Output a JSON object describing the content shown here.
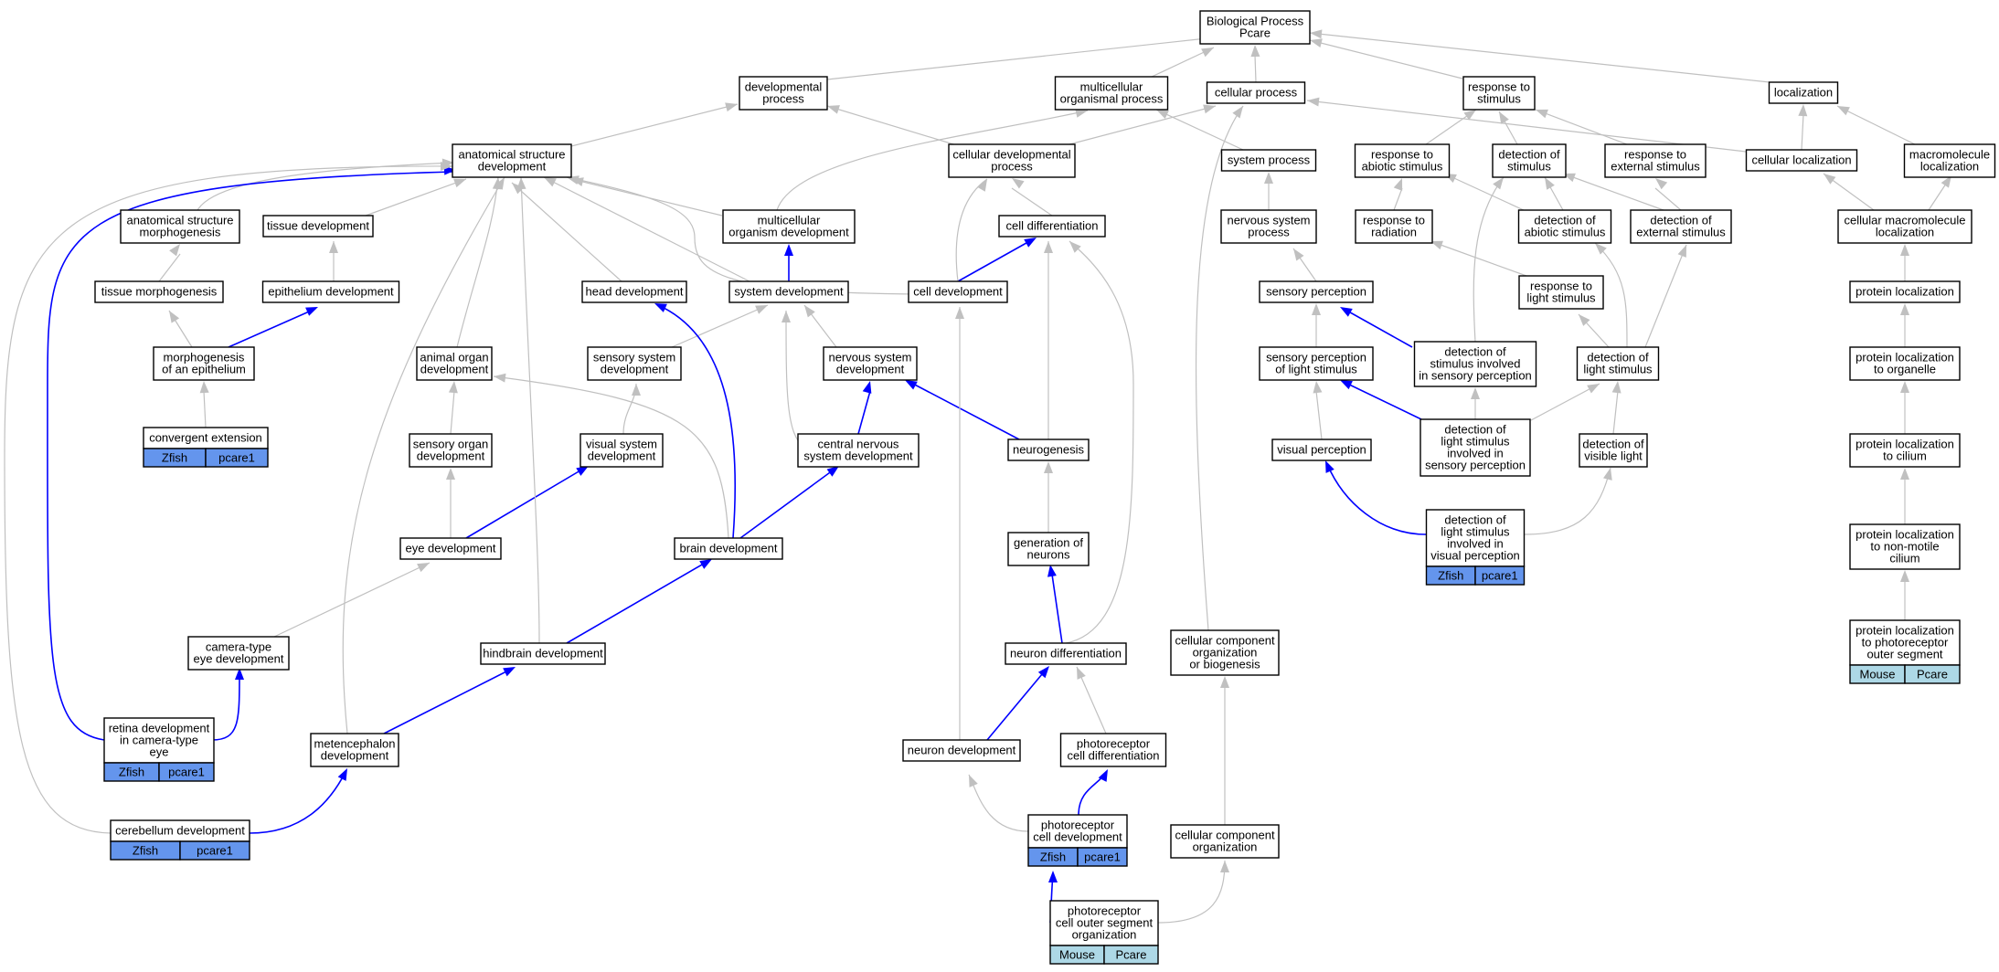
{
  "colors": {
    "gray_edge": "#c0c0c0",
    "blue_edge": "#0000ff",
    "zfish_fill": "#6495ed",
    "mouse_fill": "#add8e6",
    "node_border": "#000000",
    "background": "#ffffff"
  },
  "nodes": {
    "bp": {
      "lines": [
        "Biological Process",
        "Pcare"
      ]
    },
    "devproc": {
      "lines": [
        "developmental",
        "process"
      ]
    },
    "multiorg": {
      "lines": [
        "multicellular",
        "organismal process"
      ]
    },
    "cellproc": {
      "lines": [
        "cellular process"
      ]
    },
    "respstim": {
      "lines": [
        "response to",
        "stimulus"
      ]
    },
    "local": {
      "lines": [
        "localization"
      ]
    },
    "asd": {
      "lines": [
        "anatomical structure",
        "development"
      ]
    },
    "celldevproc": {
      "lines": [
        "cellular developmental",
        "process"
      ]
    },
    "sysproc": {
      "lines": [
        "system process"
      ]
    },
    "respabio": {
      "lines": [
        "response to",
        "abiotic stimulus"
      ]
    },
    "detstim": {
      "lines": [
        "detection of",
        "stimulus"
      ]
    },
    "respext": {
      "lines": [
        "response to",
        "external stimulus"
      ]
    },
    "cellloc": {
      "lines": [
        "cellular localization"
      ]
    },
    "macroloc": {
      "lines": [
        "macromolecule",
        "localization"
      ]
    },
    "asm": {
      "lines": [
        "anatomical structure",
        "morphogenesis"
      ]
    },
    "tissuedev": {
      "lines": [
        "tissue development"
      ]
    },
    "multiorgdev": {
      "lines": [
        "multicellular",
        "organism development"
      ]
    },
    "celldiff": {
      "lines": [
        "cell differentiation"
      ]
    },
    "nsproc": {
      "lines": [
        "nervous system",
        "process"
      ]
    },
    "resprad": {
      "lines": [
        "response to",
        "radiation"
      ]
    },
    "detabio": {
      "lines": [
        "detection of",
        "abiotic stimulus"
      ]
    },
    "detext": {
      "lines": [
        "detection of",
        "external stimulus"
      ]
    },
    "cellmacroloc": {
      "lines": [
        "cellular macromolecule",
        "localization"
      ]
    },
    "tissuemorph": {
      "lines": [
        "tissue morphogenesis"
      ]
    },
    "epidev": {
      "lines": [
        "epithelium development"
      ]
    },
    "headdev": {
      "lines": [
        "head development"
      ]
    },
    "sysdev": {
      "lines": [
        "system development"
      ]
    },
    "celldev": {
      "lines": [
        "cell development"
      ]
    },
    "sensperc": {
      "lines": [
        "sensory perception"
      ]
    },
    "resplight": {
      "lines": [
        "response to",
        "light stimulus"
      ]
    },
    "protloc": {
      "lines": [
        "protein localization"
      ]
    },
    "morphepi": {
      "lines": [
        "morphogenesis",
        "of an epithelium"
      ]
    },
    "animorgdev": {
      "lines": [
        "animal organ",
        "development"
      ]
    },
    "senssysdev": {
      "lines": [
        "sensory system",
        "development"
      ]
    },
    "nsdev": {
      "lines": [
        "nervous system",
        "development"
      ]
    },
    "senspercl": {
      "lines": [
        "sensory perception",
        "of light stimulus"
      ]
    },
    "detstimsens": {
      "lines": [
        "detection of",
        "stimulus involved",
        "in sensory perception"
      ]
    },
    "detlight": {
      "lines": [
        "detection of",
        "light stimulus"
      ]
    },
    "protlocorg": {
      "lines": [
        "protein localization",
        "to organelle"
      ]
    },
    "convext": {
      "lines": [
        "convergent extension"
      ],
      "annot": [
        "Zfish",
        "pcare1"
      ]
    },
    "sensorgdev": {
      "lines": [
        "sensory organ",
        "development"
      ]
    },
    "vissysdev": {
      "lines": [
        "visual system",
        "development"
      ]
    },
    "cnsdev": {
      "lines": [
        "central nervous",
        "system development"
      ]
    },
    "neurogen": {
      "lines": [
        "neurogenesis"
      ]
    },
    "visperc": {
      "lines": [
        "visual perception"
      ]
    },
    "detlightsens": {
      "lines": [
        "detection of",
        "light stimulus",
        "involved in",
        "sensory perception"
      ]
    },
    "detvis": {
      "lines": [
        "detection of",
        "visible light"
      ]
    },
    "protloccil": {
      "lines": [
        "protein localization",
        "to cilium"
      ]
    },
    "eyedev": {
      "lines": [
        "eye development"
      ]
    },
    "braindev": {
      "lines": [
        "brain development"
      ]
    },
    "genneur": {
      "lines": [
        "generation of",
        "neurons"
      ]
    },
    "detlightvis": {
      "lines": [
        "detection of",
        "light stimulus",
        "involved in",
        "visual perception"
      ],
      "annot": [
        "Zfish",
        "pcare1"
      ]
    },
    "protlocnm": {
      "lines": [
        "protein localization",
        "to non-motile",
        "cilium"
      ]
    },
    "cameye": {
      "lines": [
        "camera-type",
        "eye development"
      ]
    },
    "hinddev": {
      "lines": [
        "hindbrain development"
      ]
    },
    "neurdiff": {
      "lines": [
        "neuron differentiation"
      ]
    },
    "ccob": {
      "lines": [
        "cellular component",
        "organization",
        "or biogenesis"
      ]
    },
    "protlocpos": {
      "lines": [
        "protein localization",
        "to photoreceptor",
        "outer segment"
      ],
      "annot": [
        "Mouse",
        "Pcare"
      ]
    },
    "retdev": {
      "lines": [
        "retina development",
        "in camera-type",
        "eye"
      ],
      "annot": [
        "Zfish",
        "pcare1"
      ]
    },
    "metdev": {
      "lines": [
        "metencephalon",
        "development"
      ]
    },
    "neurdev": {
      "lines": [
        "neuron development"
      ]
    },
    "photodiff": {
      "lines": [
        "photoreceptor",
        "cell differentiation"
      ]
    },
    "cerebdev": {
      "lines": [
        "cerebellum development"
      ],
      "annot": [
        "Zfish",
        "pcare1"
      ]
    },
    "photodev": {
      "lines": [
        "photoreceptor",
        "cell development"
      ],
      "annot": [
        "Zfish",
        "pcare1"
      ]
    },
    "cco": {
      "lines": [
        "cellular component",
        "organization"
      ]
    },
    "photoos": {
      "lines": [
        "photoreceptor",
        "cell outer segment",
        "organization"
      ],
      "annot": [
        "Mouse",
        "Pcare"
      ]
    }
  }
}
